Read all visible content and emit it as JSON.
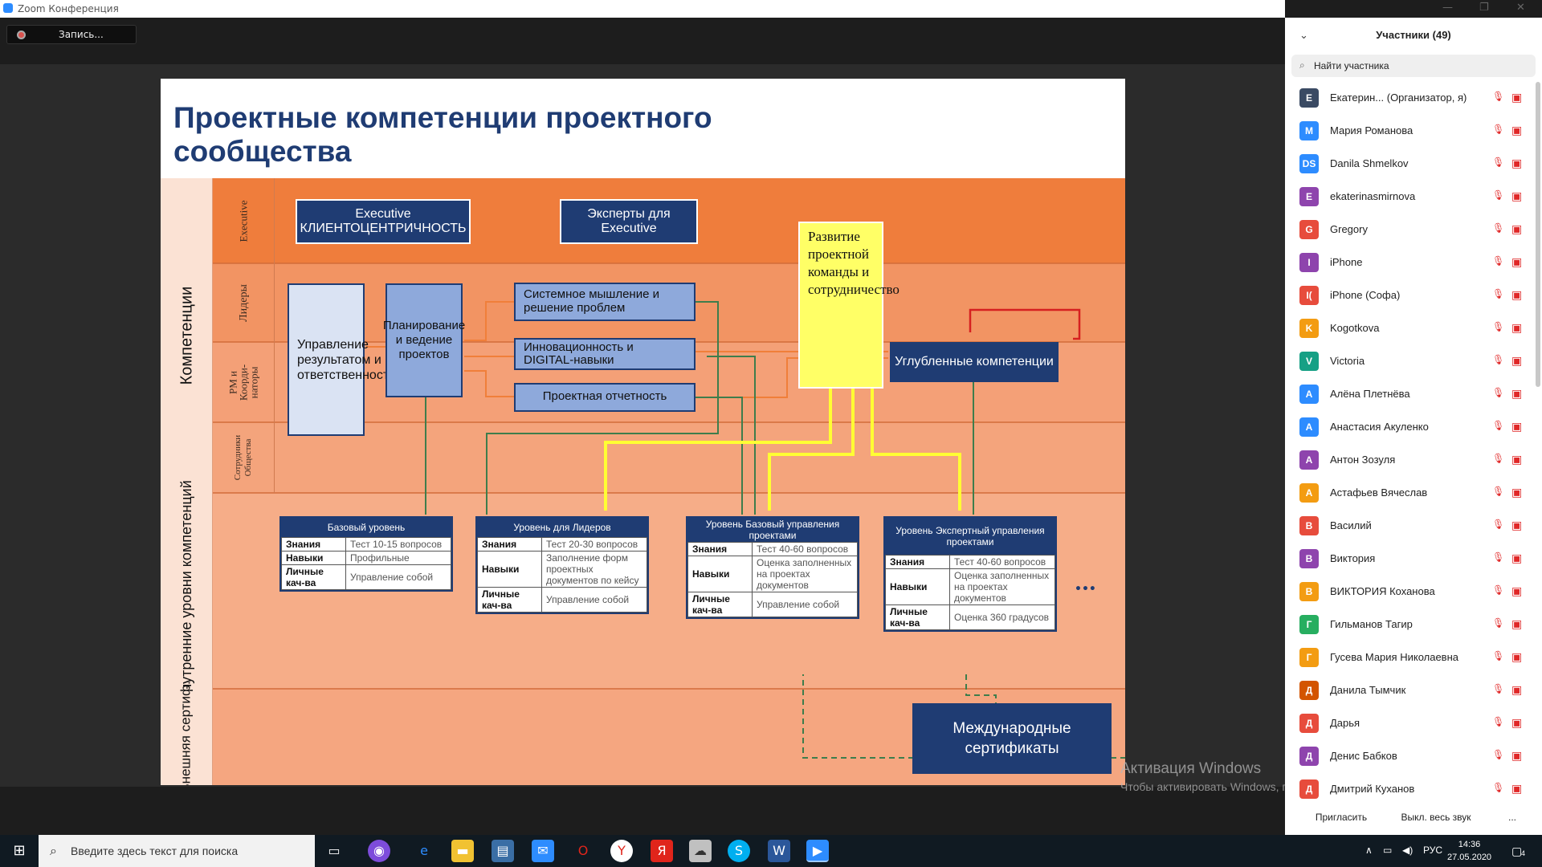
{
  "window": {
    "title": "Zoom Конференция",
    "recording_label": "Запись..."
  },
  "slide": {
    "title_line1": "Проектные компетенции проектного",
    "title_line2": "сообщества",
    "side_labels": {
      "competencies": "Компетенции",
      "internal_levels": "Внутренние уровни компетенций",
      "external": "Внешняя сертиф."
    },
    "sub_labels": {
      "executive": "Executive",
      "leaders": "Лидеры",
      "pm": "РМ и Коорди-наторы",
      "staff": "Сотрудники Общества"
    },
    "boxes": {
      "exec_client": "Executive КЛИЕНТОЦЕНТРИЧНОСТЬ",
      "exec_experts": "Эксперты для Executive",
      "result_mgmt": "Управление результатом и ответственность",
      "planning": "Планирование и ведение проектов",
      "systems": "Системное мышление и решение проблем",
      "innovation": "Инновационность и DIGITAL-навыки",
      "reporting": "Проектная отчетность",
      "team_dev": "Развитие проектной команды и сотрудничество",
      "deep": "Углубленные компетенции",
      "intl": "Международные сертификаты"
    },
    "levels": [
      {
        "title": "Базовый уровень",
        "rows": [
          [
            "Знания",
            "Тест 10-15 вопросов"
          ],
          [
            "Навыки",
            "Профильные"
          ],
          [
            "Личные кач-ва",
            "Управление собой"
          ]
        ]
      },
      {
        "title": "Уровень для Лидеров",
        "rows": [
          [
            "Знания",
            "Тест 20-30 вопросов"
          ],
          [
            "Навыки",
            "Заполнение форм проектных документов по кейсу"
          ],
          [
            "Личные кач-ва",
            "Управление собой"
          ]
        ]
      },
      {
        "title": "Уровень Базовый управления проектами",
        "rows": [
          [
            "Знания",
            "Тест 40-60 вопросов"
          ],
          [
            "Навыки",
            "Оценка заполненных на проектах документов"
          ],
          [
            "Личные кач-ва",
            "Управление собой"
          ]
        ]
      },
      {
        "title": "Уровень Экспертный управления проектами",
        "rows": [
          [
            "Знания",
            "Тест 40-60 вопросов"
          ],
          [
            "Навыки",
            "Оценка заполненных на проектах документов"
          ],
          [
            "Личные кач-ва",
            "Оценка 360 градусов"
          ]
        ]
      }
    ],
    "ellipsis": "•••"
  },
  "participants": {
    "header": "Участники (49)",
    "search_placeholder": "Найти участника",
    "list": [
      {
        "initial": "Е",
        "name": "Екатерин...  (Организатор, я)",
        "color": "#3a4a63"
      },
      {
        "initial": "М",
        "name": "Мария Романова",
        "color": "#2d8cff"
      },
      {
        "initial": "DS",
        "name": "Danila Shmelkov",
        "color": "#2d8cff"
      },
      {
        "initial": "E",
        "name": "ekaterinasmirnova",
        "color": "#8e44ad"
      },
      {
        "initial": "G",
        "name": "Gregory",
        "color": "#e74c3c"
      },
      {
        "initial": "I",
        "name": "iPhone",
        "color": "#8e44ad"
      },
      {
        "initial": "I(",
        "name": "iPhone (Софа)",
        "color": "#e74c3c"
      },
      {
        "initial": "K",
        "name": "Kogotkova",
        "color": "#f39c12"
      },
      {
        "initial": "V",
        "name": "Victoria",
        "color": "#16a085"
      },
      {
        "initial": "А",
        "name": "Алёна Плетнёва",
        "color": "#2d8cff"
      },
      {
        "initial": "А",
        "name": "Анастасия Акуленко",
        "color": "#2d8cff"
      },
      {
        "initial": "А",
        "name": "Антон Зозуля",
        "color": "#8e44ad"
      },
      {
        "initial": "А",
        "name": "Астафьев Вячеслав",
        "color": "#f39c12"
      },
      {
        "initial": "В",
        "name": "Василий",
        "color": "#e74c3c"
      },
      {
        "initial": "В",
        "name": "Виктория",
        "color": "#8e44ad"
      },
      {
        "initial": "В",
        "name": "ВИКТОРИЯ Коханова",
        "color": "#f39c12"
      },
      {
        "initial": "Г",
        "name": "Гильманов Тагир",
        "color": "#27ae60"
      },
      {
        "initial": "Г",
        "name": "Гусева Мария Николаевна",
        "color": "#f39c12"
      },
      {
        "initial": "Д",
        "name": "Данила Тымчик",
        "color": "#d35400"
      },
      {
        "initial": "Д",
        "name": "Дарья",
        "color": "#e74c3c"
      },
      {
        "initial": "Д",
        "name": "Денис Бабков",
        "color": "#8e44ad"
      },
      {
        "initial": "Д",
        "name": "Дмитрий Куханов",
        "color": "#e74c3c"
      }
    ],
    "invite": "Пригласить",
    "mute_all": "Выкл. весь звук",
    "more": "..."
  },
  "watermark": {
    "line1": "Активация Windows",
    "line2": "Чтобы активировать Windows, перейдите в раздел \"Параметры\"."
  },
  "taskbar": {
    "search_placeholder": "Введите здесь текст для поиска",
    "lang": "РУС",
    "time": "14:36",
    "date": "27.05.2020",
    "notif": "4"
  },
  "colors": {
    "slide_orange": "#ef7d3c",
    "navy": "#1f3c73",
    "highlight_yellow": "#ffff66",
    "zoom_blue": "#2d8cff"
  }
}
